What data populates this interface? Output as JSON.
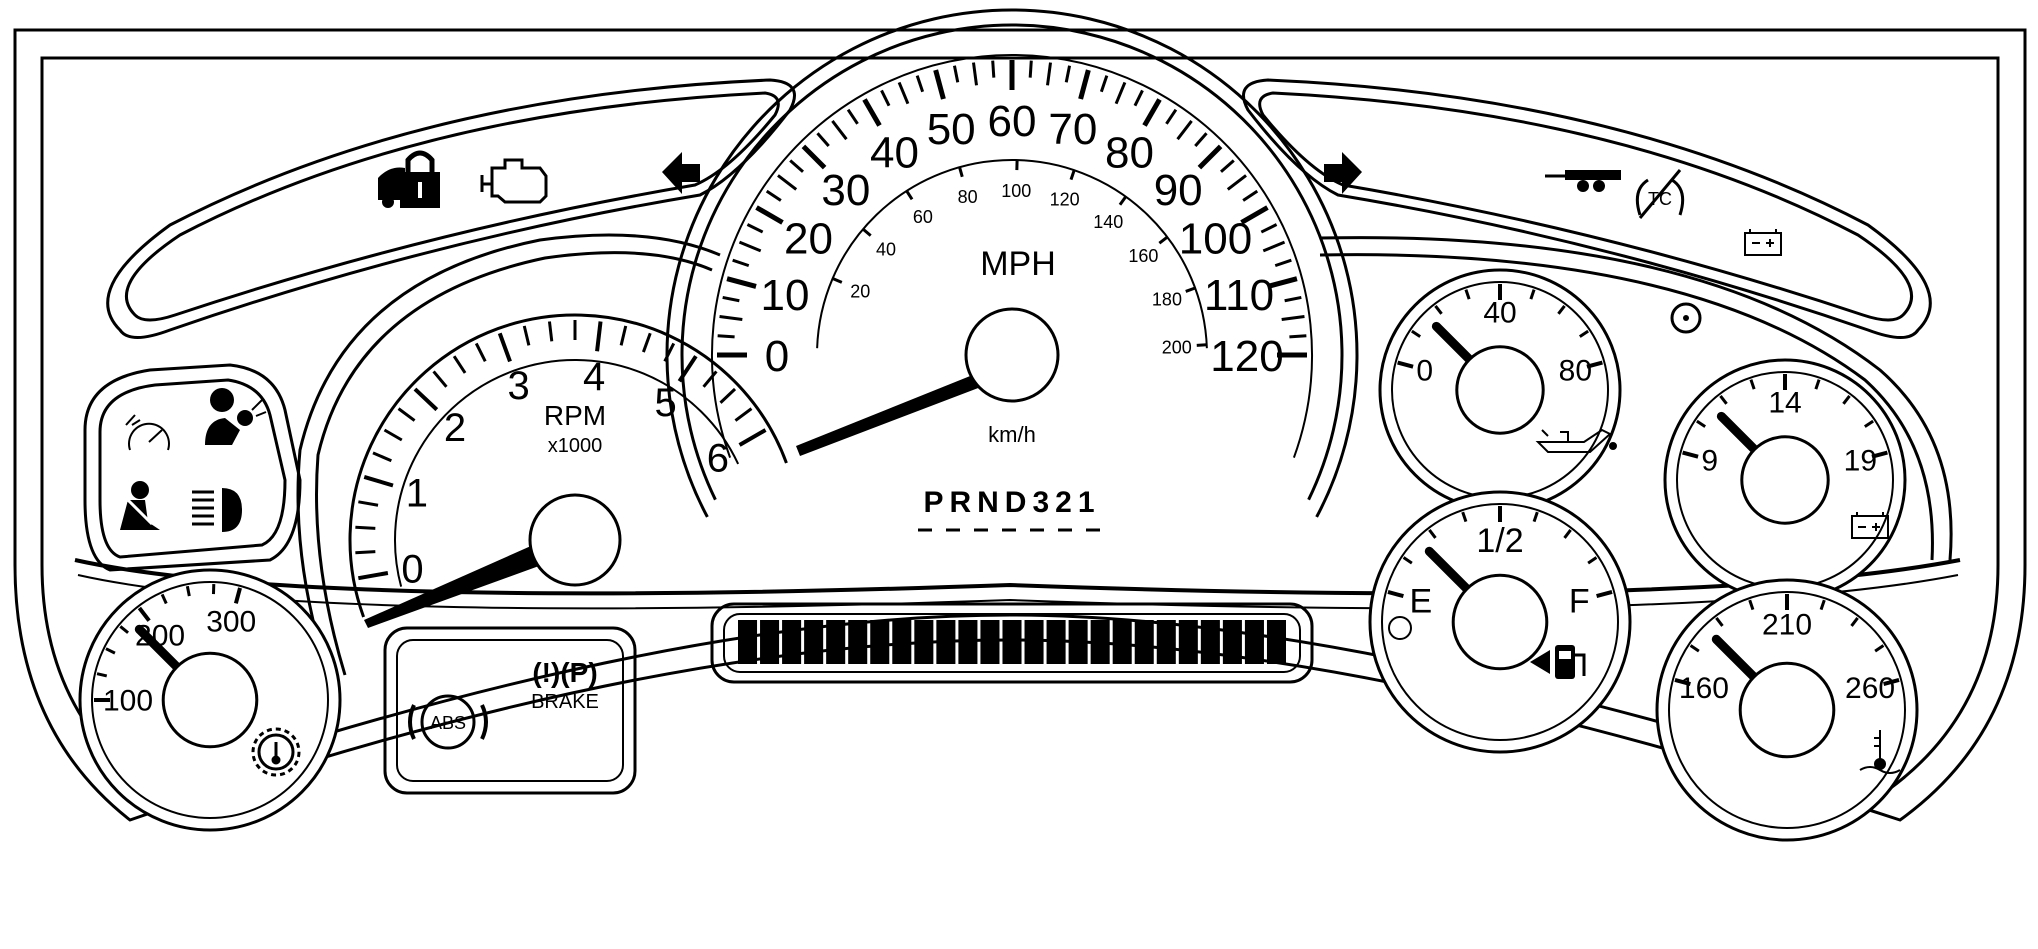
{
  "cluster": {
    "colors": {
      "line": "#000000",
      "face": "#ffffff"
    },
    "tachometer": {
      "units_label": "RPM",
      "multiplier_label": "x1000",
      "tick_labels": [
        "0",
        "1",
        "2",
        "3",
        "4",
        "5",
        "6"
      ],
      "value": 0
    },
    "speedometer": {
      "outer_labels": [
        "0",
        "10",
        "20",
        "30",
        "40",
        "50",
        "60",
        "70",
        "80",
        "90",
        "100",
        "110",
        "120"
      ],
      "inner_labels": [
        "20",
        "40",
        "60",
        "80",
        "100",
        "120",
        "140",
        "160",
        "180",
        "200"
      ],
      "mph_label": "MPH",
      "kmh_label": "km/h",
      "value_mph": 0
    },
    "gear_indicator": {
      "text": "PRND321"
    },
    "odometer_display": {
      "segments": 25
    },
    "transmission_temp_gauge": {
      "labels": [
        "100",
        "200",
        "300"
      ],
      "icon": "transmission-temperature-icon"
    },
    "oil_pressure_gauge": {
      "labels": [
        "0",
        "40",
        "80"
      ],
      "icon": "oil-can-icon"
    },
    "voltmeter": {
      "labels": [
        "9",
        "14",
        "19"
      ],
      "icon": "battery-icon"
    },
    "fuel_gauge": {
      "labels": [
        "E",
        "1/2",
        "F"
      ],
      "icon": "fuel-pump-icon"
    },
    "coolant_temp_gauge": {
      "labels": [
        "160",
        "210",
        "260"
      ],
      "icon": "coolant-temperature-icon"
    },
    "warning_lights": {
      "abs_label": "ABS",
      "brake_label": "BRAKE",
      "brake_symbols": "(!)(P)",
      "traction_off_label": "TC",
      "icons": [
        "security-lock-icon",
        "check-engine-icon",
        "left-turn-signal-icon",
        "right-turn-signal-icon",
        "trailer-icon",
        "traction-control-off-icon",
        "charging-battery-icon",
        "cruise-control-icon",
        "airbag-icon",
        "seatbelt-icon",
        "high-beam-icon",
        "abs-icon",
        "brake-icon"
      ]
    }
  }
}
